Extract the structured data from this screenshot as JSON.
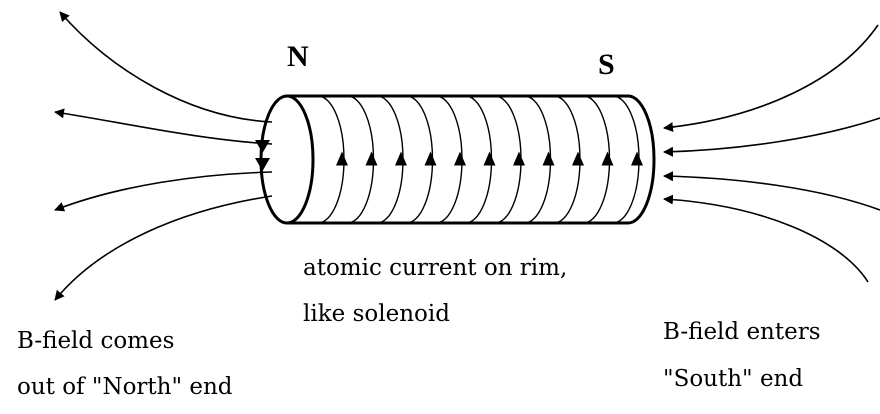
{
  "diagram": {
    "north_label": "N",
    "south_label": "S",
    "current_caption": {
      "line1": "atomic current on rim,",
      "line2": "like solenoid"
    },
    "north_caption": {
      "line1": "B-field comes",
      "line2": "out of \"North\" end"
    },
    "south_caption": {
      "line1": "B-field enters",
      "line2": "\"South\" end"
    }
  }
}
